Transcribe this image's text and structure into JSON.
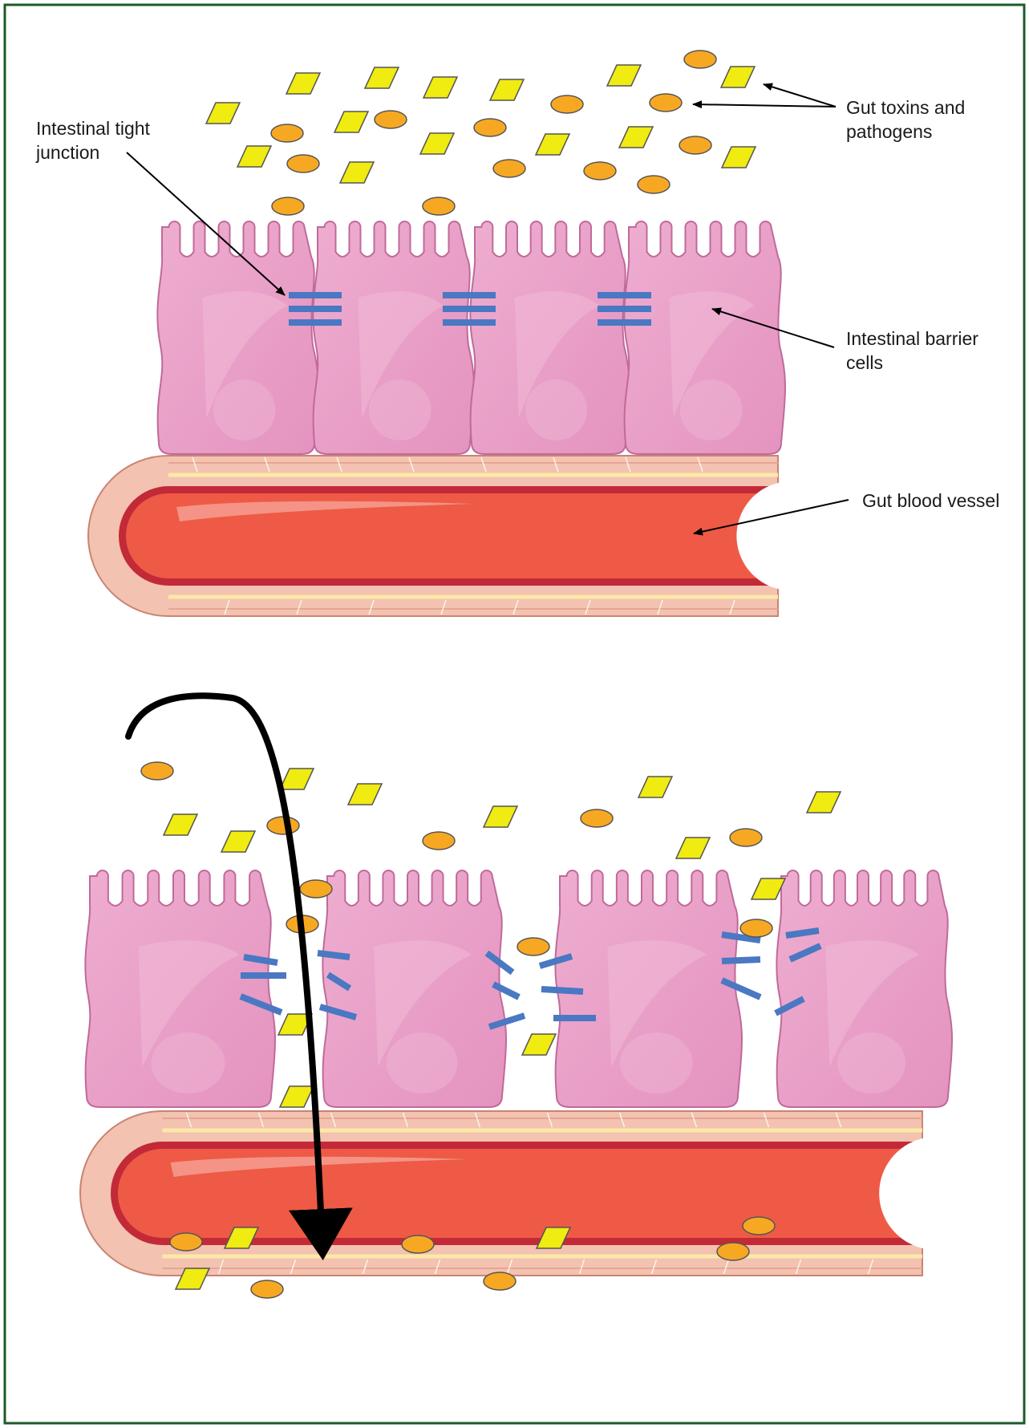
{
  "labels": {
    "tight_junction": [
      "Intestinal tight",
      "junction"
    ],
    "toxins": [
      "Gut toxins and",
      "pathogens"
    ],
    "barrier_cells": [
      "Intestinal barrier",
      "cells"
    ],
    "blood_vessel": [
      "Gut blood vessel"
    ]
  },
  "colors": {
    "frame": "#1e5a2a",
    "cell_fill": "#e89ec4",
    "cell_highlight": "#f1bcd7",
    "cell_outline": "#c06a9a",
    "junction": "#4a78c2",
    "toxin": "#f0eb10",
    "pathogen": "#f7a823",
    "vessel_lumen": "#ee5a45",
    "vessel_dark": "#c22a38",
    "vessel_wall": "#f3c2b0",
    "vessel_stripe": "#fbe9a8",
    "arrow": "#000000"
  },
  "panels": [
    {
      "name": "intact-barrier",
      "junctions": "intact"
    },
    {
      "name": "leaky-barrier",
      "junctions": "broken"
    }
  ]
}
